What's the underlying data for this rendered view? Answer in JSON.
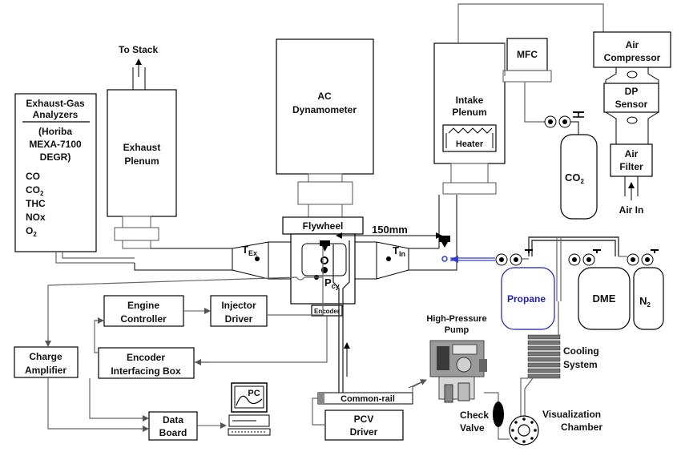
{
  "labels": {
    "to_stack": "To Stack",
    "analyzer_title_1": "Exhaust-Gas",
    "analyzer_title_2": "Analyzers",
    "analyzer_model_1": "(Horiba",
    "analyzer_model_2": "MEXA-7100",
    "analyzer_model_3": "DEGR)",
    "gas_co": "CO",
    "gas_co2": "CO",
    "gas_co2_sub": "2",
    "gas_thc": "THC",
    "gas_nox": "NOx",
    "gas_o2": "O",
    "gas_o2_sub": "2",
    "exhaust_plenum_1": "Exhaust",
    "exhaust_plenum_2": "Plenum",
    "dyno_1": "AC",
    "dyno_2": "Dynamometer",
    "flywheel": "Flywheel",
    "distance": "150mm",
    "t_ex": "T",
    "t_ex_sub": "Ex",
    "t_in": "T",
    "t_in_sub": "In",
    "p_cy": "P",
    "p_cy_sub": "cy",
    "encoder": "Encoder",
    "intake_plenum_1": "Intake",
    "intake_plenum_2": "Plenum",
    "heater": "Heater",
    "mfc": "MFC",
    "co2_tank": "CO",
    "co2_tank_sub": "2",
    "air_compressor_1": "Air",
    "air_compressor_2": "Compressor",
    "dp_sensor_1": "DP",
    "dp_sensor_2": "Sensor",
    "air_filter_1": "Air",
    "air_filter_2": "Filter",
    "air_in": "Air In",
    "propane": "Propane",
    "dme": "DME",
    "n2": "N",
    "n2_sub": "2",
    "cooling_1": "Cooling",
    "cooling_2": "System",
    "hp_pump_1": "High-Pressure",
    "hp_pump_2": "Pump",
    "check_valve_1": "Check",
    "check_valve_2": "Valve",
    "vis_chamber_1": "Visualization",
    "vis_chamber_2": "Chamber",
    "engine_controller_1": "Engine",
    "engine_controller_2": "Controller",
    "injector_driver_1": "Injector",
    "injector_driver_2": "Driver",
    "charge_amp_1": "Charge",
    "charge_amp_2": "Amplifier",
    "encoder_box_1": "Encoder",
    "encoder_box_2": "Interfacing Box",
    "data_board_1": "Data",
    "data_board_2": "Board",
    "pc": "PC",
    "common_rail": "Common-rail",
    "pcv_driver_1": "PCV",
    "pcv_driver_2": "Driver"
  },
  "colors": {
    "propane_text": "#1f1fb0",
    "propane_outline": "#1f1fb0",
    "propane_line": "#3040d0"
  }
}
